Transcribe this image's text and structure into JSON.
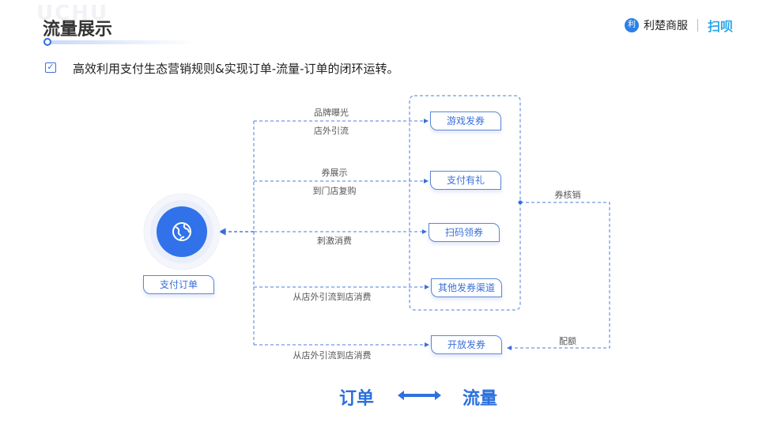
{
  "watermark": "UCHU",
  "title": "流量展示",
  "subtitle": "高效利用支付生态营销规则&实现订单-流量-订单的闭环运转。",
  "logo": {
    "icon": "利",
    "name": "利楚商服",
    "brand": "扫呗"
  },
  "center_node": "支付订单",
  "channels": [
    "游戏发券",
    "支付有礼",
    "扫码领券",
    "其他发券渠道",
    "开放发券"
  ],
  "flow_labels": {
    "l1a": "品牌曝光",
    "l1b": "店外引流",
    "l2a": "券展示",
    "l2b": "到门店复购",
    "l3": "刺激消费",
    "l4": "从店外引流到店消费",
    "l5": "从店外引流到店消费",
    "verify": "券核销",
    "quota": "配额"
  },
  "bottom": {
    "left": "订单",
    "right": "流量"
  },
  "colors": {
    "accent": "#2f6fe0"
  }
}
